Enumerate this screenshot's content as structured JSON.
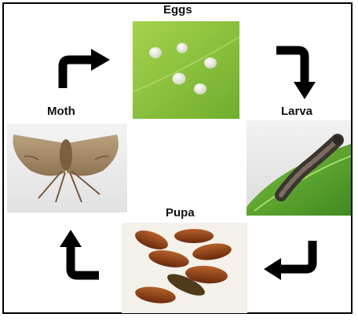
{
  "diagram": {
    "stages": {
      "eggs": {
        "label": "Eggs"
      },
      "larva": {
        "label": "Larva"
      },
      "pupa": {
        "label": "Pupa"
      },
      "moth": {
        "label": "Moth"
      }
    },
    "arrows": [
      "arrow-eggs-to-larva",
      "arrow-larva-to-pupa",
      "arrow-pupa-to-moth",
      "arrow-moth-to-eggs"
    ],
    "colors": {
      "border": "#000000",
      "arrow": "#000000",
      "leaf": "#8cc43a",
      "egg": "#f2f0dc",
      "larva_body": "#5a4f45",
      "pupa": "#8a3a12",
      "moth": "#a08a6a"
    }
  }
}
